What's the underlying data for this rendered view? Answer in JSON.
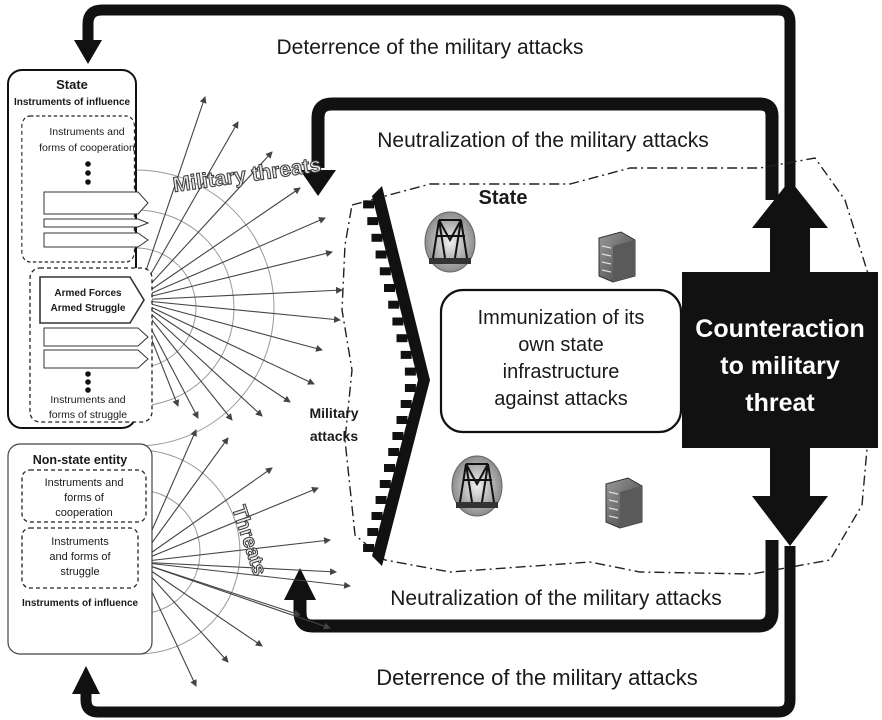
{
  "top_deterrence": "Deterrence of the military attacks",
  "top_neutralization": "Neutralization of the military attacks",
  "bottom_neutralization": "Neutralization of the military attacks",
  "bottom_deterrence": "Deterrence of the military attacks",
  "state_box": {
    "title": "State",
    "subtitle": "Instruments of influence",
    "cooperation_line1": "Instruments and",
    "cooperation_line2": "forms of cooperation",
    "armed_line1": "Armed Forces",
    "armed_line2": "Armed Struggle",
    "struggle_line1": "Instruments and",
    "struggle_line2": "forms of struggle"
  },
  "nonstate_box": {
    "title": "Non-state entity",
    "cooperation_line1": "Instruments and",
    "cooperation_line2": "forms of",
    "cooperation_line3": "cooperation",
    "struggle_line1": "Instruments",
    "struggle_line2": "and forms of",
    "struggle_line3": "struggle",
    "footer": "Instruments of influence"
  },
  "military_threats_label": "Military threats",
  "threats_label": "Threats",
  "military_attacks_line1": "Military",
  "military_attacks_line2": "attacks",
  "target_state_label": "State",
  "immunization_line1": "Immunization of its",
  "immunization_line2": "own state",
  "immunization_line3": "infrastructure",
  "immunization_line4": "against attacks",
  "counteraction_line1": "Counteraction",
  "counteraction_line2": "to military",
  "counteraction_line3": "threat",
  "icons": [
    "power-plant-icon",
    "building-icon",
    "power-plant-icon",
    "building-icon"
  ]
}
